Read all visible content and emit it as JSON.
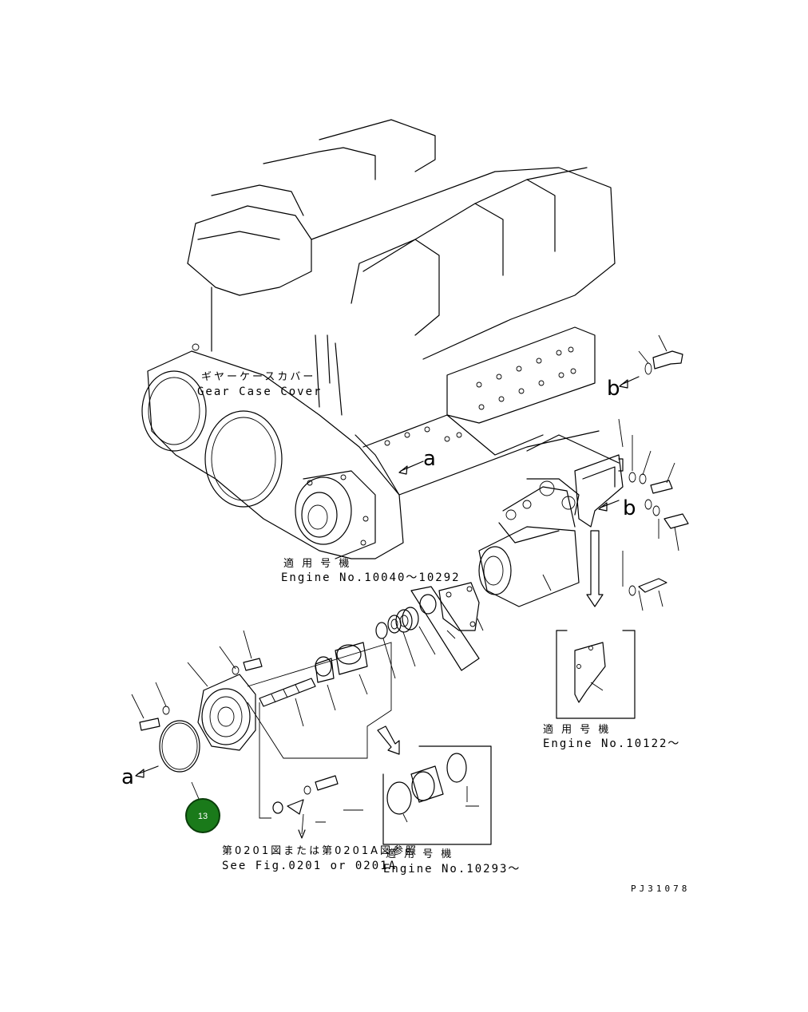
{
  "labels": {
    "gear_case_cover_jp": "ギヤーケースカバー",
    "gear_case_cover_en": "Gear Case Cover",
    "applicable_jp": "適 用 号 機",
    "engine_range_1": "Engine No.10040～10292",
    "engine_range_2": "Engine No.10122～",
    "engine_range_3": "Engine No.10293～",
    "ref_jp": "第0201図または第0201A図参照",
    "ref_en": "See Fig.0201 or 0201A",
    "code": "PJ31078"
  },
  "markers": {
    "a": "a",
    "b": "b"
  },
  "callouts": [
    {
      "number": "13",
      "color": "#1a7a1a"
    }
  ]
}
